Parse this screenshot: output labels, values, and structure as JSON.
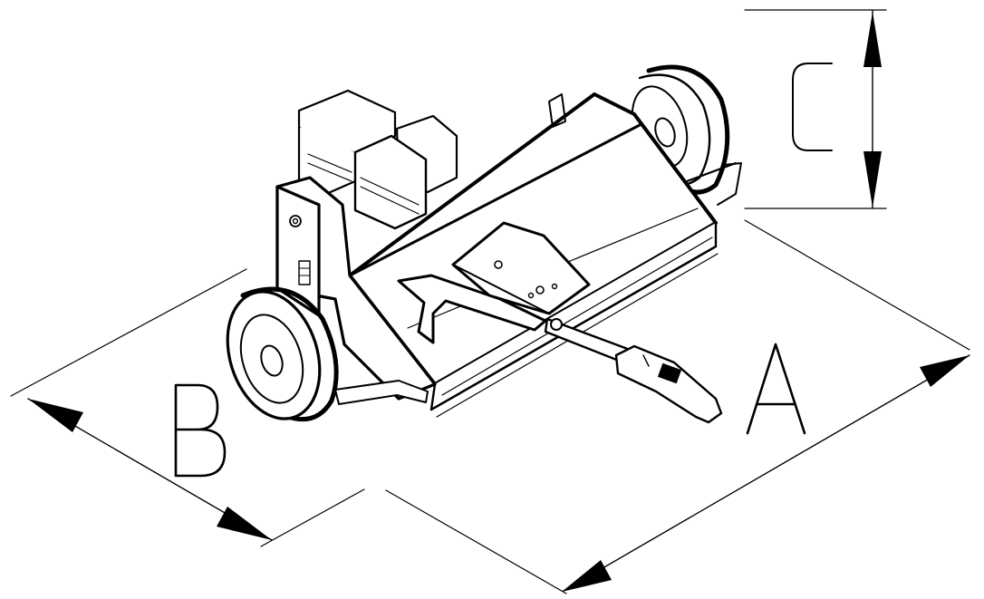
{
  "labels": {
    "a": "A",
    "b": "B",
    "c": "C"
  },
  "colors": {
    "line": "#000000",
    "background": "#ffffff",
    "fill": "#ffffff"
  }
}
